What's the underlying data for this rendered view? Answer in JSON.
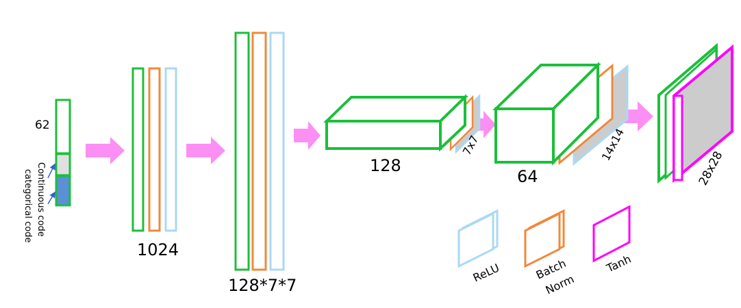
{
  "labels": {
    "input_dim": "62",
    "continuous_code": "Continuous code",
    "categorical_code": "categorical code",
    "fc1_units": "1024",
    "fc2_units": "128*7*7",
    "conv1_channels": "128",
    "conv1_size": "7x7",
    "conv2_channels": "64",
    "conv2_size": "14x14",
    "output_size": "28x28"
  },
  "legend": [
    {
      "label": "ReLU",
      "color": "#a9d9f5"
    },
    {
      "label_lines": [
        "Batch",
        "Norm"
      ],
      "color": "#f0893a"
    },
    {
      "label": "Tanh",
      "color": "#ff00ff"
    }
  ],
  "colors": {
    "layer": "#1bbf3a",
    "batch_norm": "#f0893a",
    "relu": "#a9d9f5",
    "tanh": "#ff00ff",
    "arrow": "#fc8ff3",
    "depth_fill": "#cccccc",
    "categorical_code_fill": "#5b8fd6",
    "continuous_code_fill": "#e0e0e0",
    "pointer": "#3a5fcd"
  }
}
